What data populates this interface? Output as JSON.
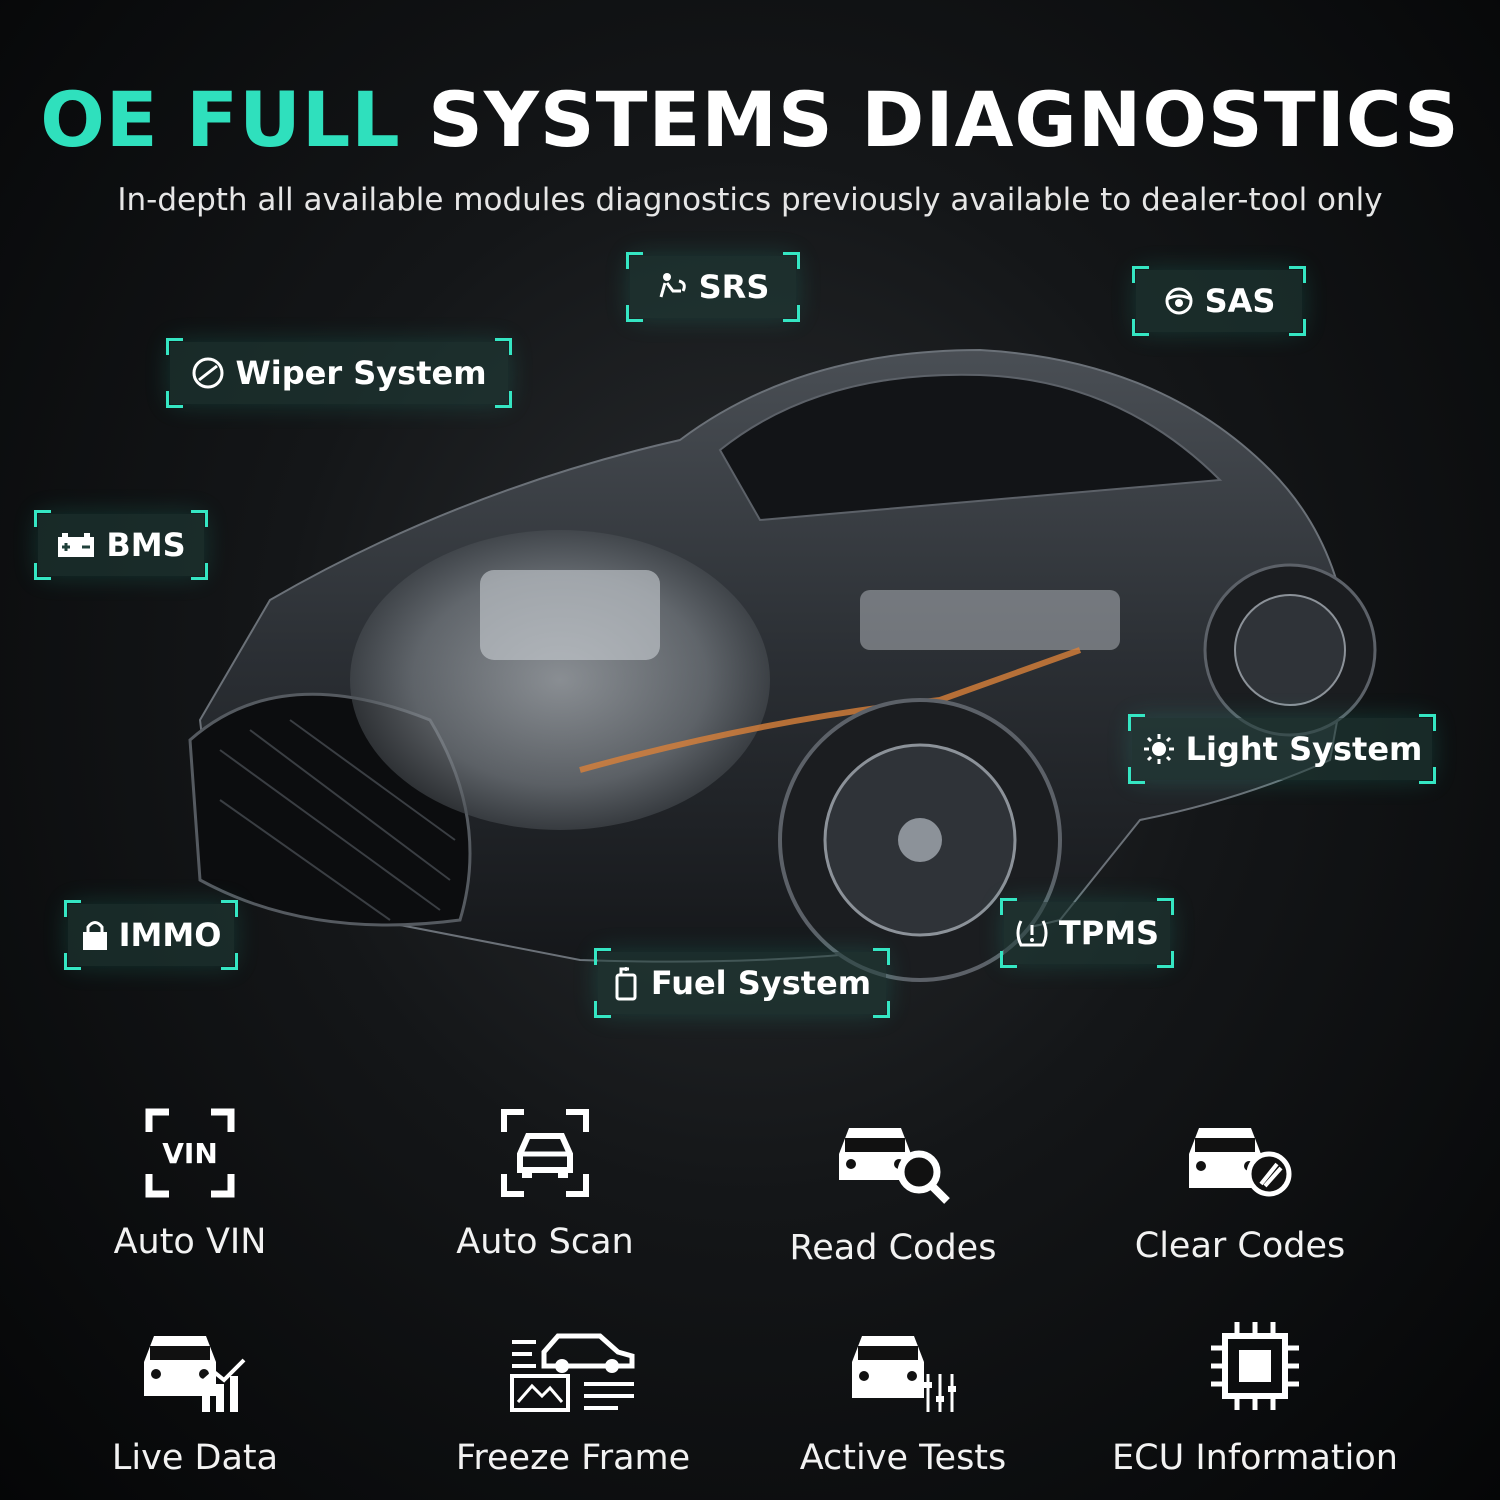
{
  "header": {
    "title_accent": "OE FULL",
    "title_main": "SYSTEMS DIAGNOSTICS",
    "subtitle": "In-depth all available modules diagnostics previously available to dealer-tool only"
  },
  "colors": {
    "accent": "#2fe0bd",
    "background": "#0d0f10",
    "text": "#ffffff"
  },
  "system_tags": [
    {
      "label": "SRS",
      "icon": "airbag-icon"
    },
    {
      "label": "SAS",
      "icon": "steering-wheel-icon"
    },
    {
      "label": "Wiper System",
      "icon": "wiper-icon"
    },
    {
      "label": "BMS",
      "icon": "battery-icon"
    },
    {
      "label": "Light System",
      "icon": "light-icon"
    },
    {
      "label": "IMMO",
      "icon": "lock-icon"
    },
    {
      "label": "TPMS",
      "icon": "tire-pressure-icon"
    },
    {
      "label": "Fuel System",
      "icon": "fuel-icon"
    }
  ],
  "features": [
    {
      "label": "Auto VIN",
      "icon": "vin-scan-icon",
      "icon_text": "VIN"
    },
    {
      "label": "Auto Scan",
      "icon": "car-scan-icon"
    },
    {
      "label": "Read Codes",
      "icon": "car-search-icon"
    },
    {
      "label": "Clear Codes",
      "icon": "car-clear-icon"
    },
    {
      "label": "Live Data",
      "icon": "car-chart-icon"
    },
    {
      "label": "Freeze Frame",
      "icon": "freeze-frame-icon"
    },
    {
      "label": "Active Tests",
      "icon": "car-test-icon"
    },
    {
      "label": "ECU Information",
      "icon": "chip-icon"
    }
  ]
}
